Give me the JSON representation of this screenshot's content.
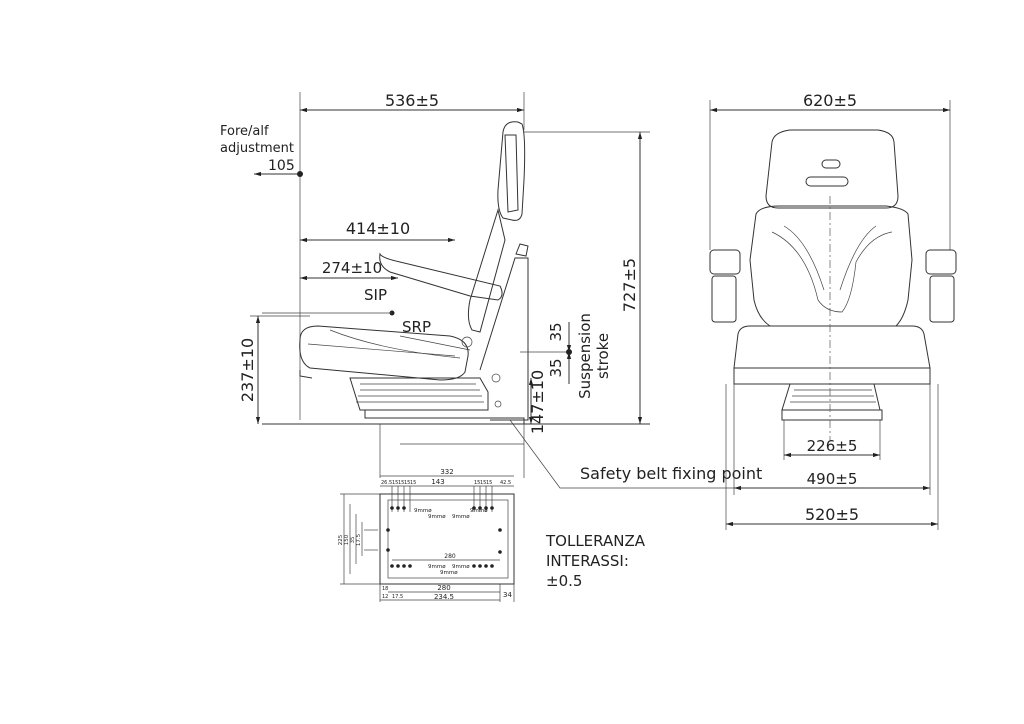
{
  "side_view": {
    "overall_depth": "536±5",
    "fore_aft_label_line1": "Fore/alf",
    "fore_aft_label_line2": "adjustment",
    "fore_aft_value": "105",
    "cushion_depth": "414±10",
    "sip_distance": "274±10",
    "sip": "SIP",
    "srp": "SRP",
    "overall_height": "727±5",
    "seat_height": "237±10",
    "base_height": "147±10",
    "stroke_up": "35",
    "stroke_down": "35",
    "suspension_label_line1": "Suspension",
    "suspension_label_line2": "stroke",
    "safety_belt": "Safety belt fixing point"
  },
  "front_view": {
    "overall_width": "620±5",
    "base_width": "226±5",
    "rail_width": "490±5",
    "total_width": "520±5"
  },
  "mounting_plate": {
    "top_total": "332",
    "top_span": "143",
    "top_small": [
      "26.5",
      "15",
      "15",
      "15",
      "15",
      "15",
      "15",
      "15",
      "42.5"
    ],
    "hole_label": "9mmø",
    "inner_span": "280",
    "bottom_left_a": "18",
    "bottom_left_b": "12",
    "bottom_left_c": "17.5",
    "bottom_mid": "280",
    "bottom_span": "234.5",
    "bottom_right": "34",
    "left_dims": [
      "225",
      "150",
      "35",
      "17.5"
    ]
  },
  "tolerance": {
    "line1": "TOLLERANZA",
    "line2": "INTERASSI:",
    "line3": "±0.5"
  }
}
